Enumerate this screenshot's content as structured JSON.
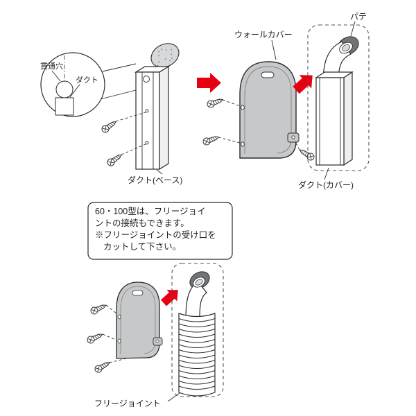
{
  "colors": {
    "arrow_red": "#e60012",
    "cover_gray": "#c7c8ca",
    "putty_gray": "#717477",
    "line": "#2b2b2b"
  },
  "top": {
    "callout": {
      "through_hole": "貫通穴",
      "duct": "ダクト"
    },
    "duct_base_label": "ダクト(ベース)",
    "wall_cover_label": "ウォールカバー",
    "putty_label": "パテ",
    "duct_cover_label": "ダクト(カバー)"
  },
  "note": {
    "lines": [
      "60・100型は、フリージョイ",
      "ントの接続もできます。",
      "※フリージョイントの受け口を",
      "カットして下さい。"
    ]
  },
  "bottom": {
    "free_joint_label": "フリージョイント"
  }
}
